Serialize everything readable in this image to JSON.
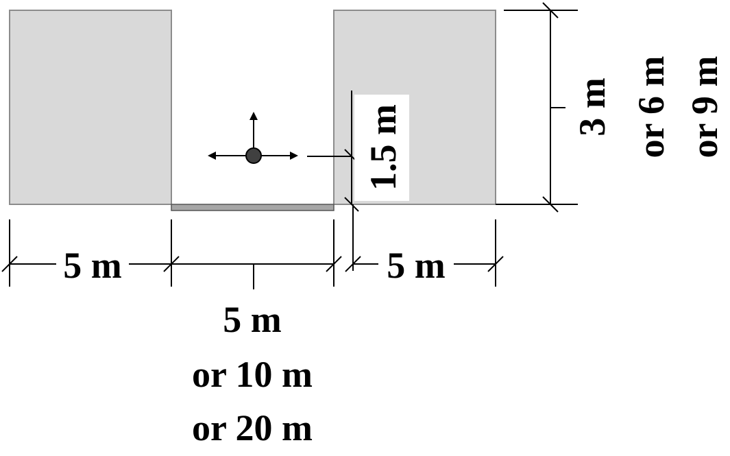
{
  "diagram": {
    "left_block_width": "5 m",
    "right_block_width": "5 m",
    "gap_width": {
      "line1": "5 m",
      "line2": "or 10 m",
      "line3": "or 20 m"
    },
    "block_height": {
      "line1": "3 m",
      "line2": "or 6 m",
      "line3": "or 9 m"
    },
    "sensor_height": "1.5 m",
    "colors": {
      "block_fill": "#d9d9d9",
      "block_stroke": "#8c8c8c",
      "ground_strip": "#a6a6a6",
      "sensor_point": "#404040"
    }
  }
}
